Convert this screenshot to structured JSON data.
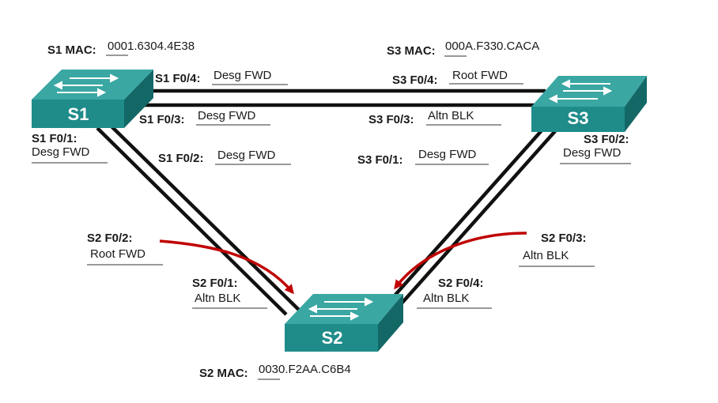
{
  "switches": {
    "s1": {
      "name": "S1",
      "mac_label": "S1 MAC:",
      "mac": "0001.6304.4E38"
    },
    "s2": {
      "name": "S2",
      "mac_label": "S2 MAC:",
      "mac": "0030.F2AA.C6B4"
    },
    "s3": {
      "name": "S3",
      "mac_label": "S3 MAC:",
      "mac": "000A.F330.CACA"
    }
  },
  "ports": {
    "s1_f04": {
      "label": "S1 F0/4:",
      "value": "Desg FWD"
    },
    "s1_f03": {
      "label": "S1 F0/3:",
      "value": "Desg FWD"
    },
    "s1_f01": {
      "label": "S1 F0/1:",
      "value": "Desg FWD"
    },
    "s1_f02": {
      "label": "S1 F0/2:",
      "value": "Desg FWD"
    },
    "s3_f04": {
      "label": "S3 F0/4:",
      "value": "Root FWD"
    },
    "s3_f03": {
      "label": "S3 F0/3:",
      "value": "Altn BLK"
    },
    "s3_f01": {
      "label": "S3 F0/1:",
      "value": "Desg FWD"
    },
    "s3_f02": {
      "label": "S3 F0/2:",
      "value": "Desg FWD"
    },
    "s2_f02": {
      "label": "S2 F0/2:",
      "value": "Root FWD"
    },
    "s2_f01": {
      "label": "S2 F0/1:",
      "value": "Altn BLK"
    },
    "s2_f04": {
      "label": "S2 F0/4:",
      "value": "Altn BLK"
    },
    "s2_f03": {
      "label": "S2 F0/3:",
      "value": "Altn BLK"
    }
  },
  "colors": {
    "switch_top": "#3aa7a3",
    "switch_front": "#1f8c8a",
    "switch_side": "#136866",
    "cable": "#111111",
    "arrow": "#c00000"
  }
}
